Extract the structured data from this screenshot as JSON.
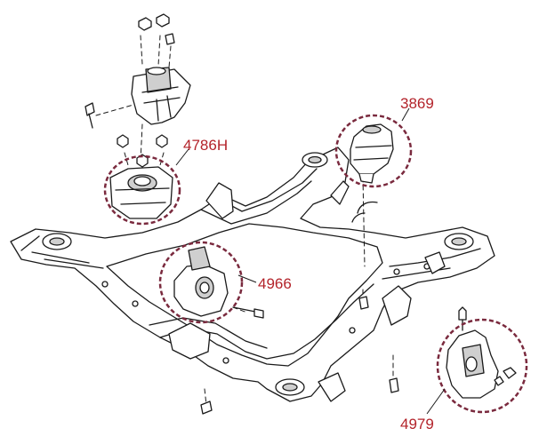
{
  "callouts": {
    "mount_4786h": "4786H",
    "mount_3869": "3869",
    "mount_4966": "4966",
    "mount_4979": "4979"
  },
  "colors": {
    "line": "#1a1a1a",
    "part_fill": "#ffffff",
    "shade": "#cfcfcf",
    "highlight_ring": "#7a2a3e",
    "callout_text": "#b3232a"
  }
}
